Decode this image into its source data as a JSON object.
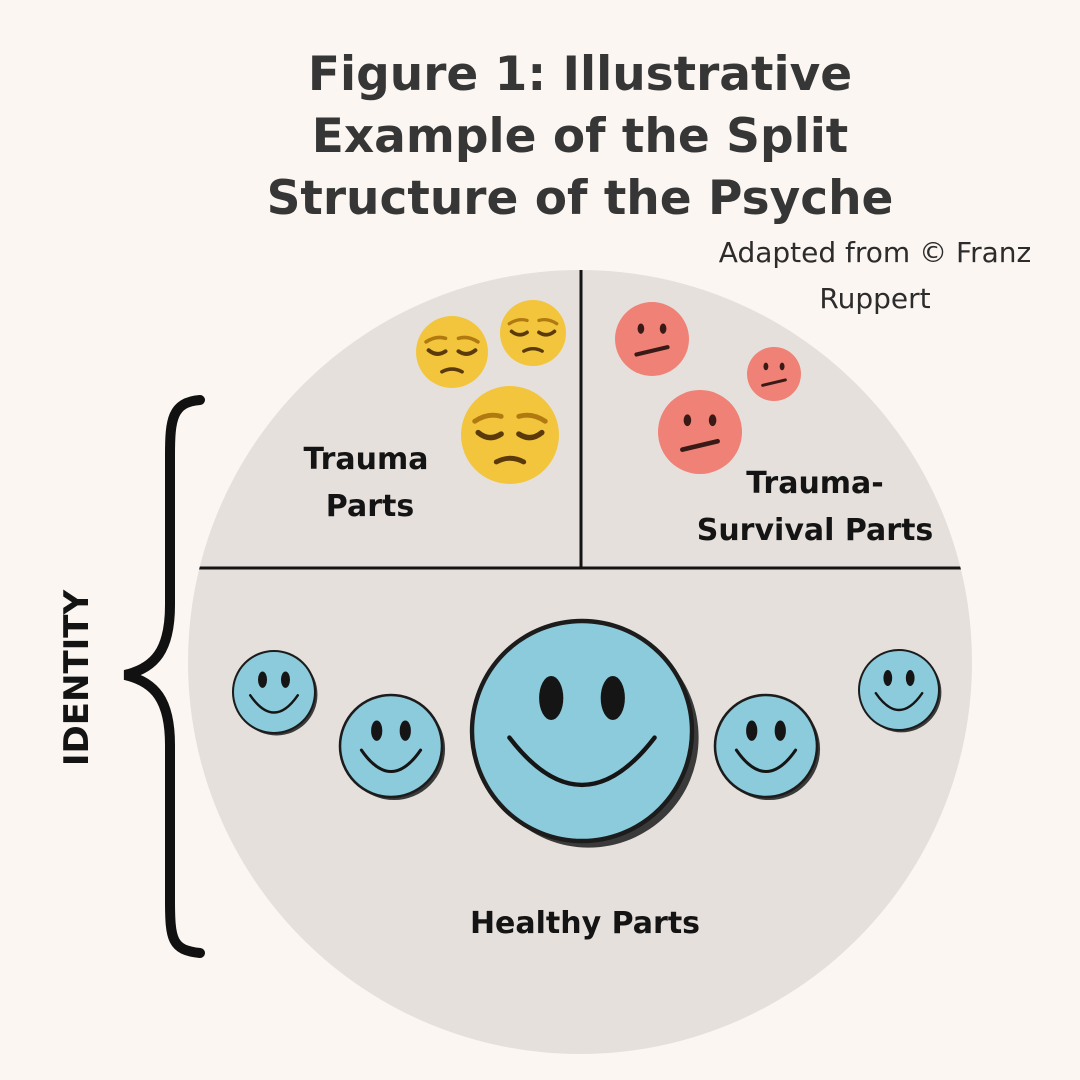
{
  "title": {
    "line1": "Figure 1: Illustrative",
    "line2": "Example of the Split",
    "line3": "Structure of the Psyche"
  },
  "credit": {
    "line1": "Adapted from © Franz",
    "line2": "Ruppert"
  },
  "identity_label": "IDENTITY",
  "sections": {
    "trauma": {
      "line1": "Trauma",
      "line2": "Parts",
      "icon": "pensive-face-icon",
      "color": "#f2c53d"
    },
    "survival": {
      "line1": "Trauma-",
      "line2": "Survival Parts",
      "icon": "neutral-face-icon",
      "color": "#ef8176"
    },
    "healthy": {
      "label": "Healthy Parts",
      "icon": "smiley-face-icon",
      "color": "#8ccbdb"
    }
  },
  "colors": {
    "background": "#fbf6f1",
    "circle": "#e6e0dd",
    "title": "#363636",
    "ink": "#141414"
  }
}
